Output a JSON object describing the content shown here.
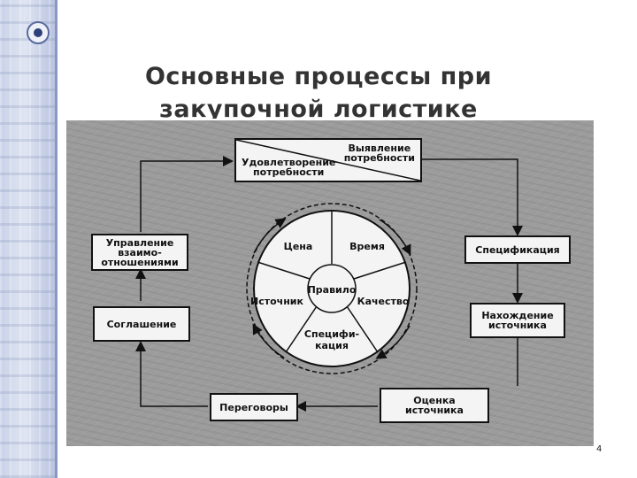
{
  "title": {
    "line1": "Основные процессы при",
    "line2": "закупочной логистике"
  },
  "boxes": {
    "need_identification": [
      "Выявление",
      "потребности"
    ],
    "need_satisfaction": [
      "Удовлетворение",
      "потребности"
    ],
    "specification": "Спецификация",
    "source_finding": [
      "Нахождение",
      "источника"
    ],
    "source_evaluation": [
      "Оценка",
      "источника"
    ],
    "negotiations": "Переговоры",
    "agreement": "Соглашение",
    "relationship_management": [
      "Управление",
      "взаимо-",
      "отношениями"
    ]
  },
  "wheel": {
    "center": "Правило",
    "segments": {
      "price": "Цена",
      "time": "Время",
      "quality": "Качество",
      "specification": [
        "Специфи-",
        "кация"
      ],
      "source": "Источник"
    }
  },
  "page_number": "4",
  "colors": {
    "background": "#ffffff",
    "diagram_bg": "#9c9c9c",
    "box_fill": "#f4f4f4",
    "title_text": "#333333"
  }
}
